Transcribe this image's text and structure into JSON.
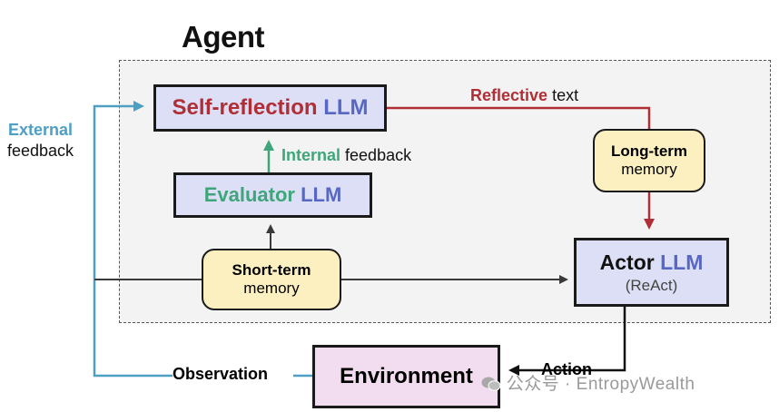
{
  "title": "Agent",
  "nodes": {
    "self_reflection": {
      "part1": "Self-reflection",
      "part2": "LLM"
    },
    "evaluator": {
      "part1": "Evaluator",
      "part2": "LLM"
    },
    "actor": {
      "part1": "Actor",
      "part2": "LLM",
      "sub": "(ReAct)"
    },
    "environment": {
      "label": "Environment"
    },
    "short_term_memory": {
      "line1": "Short-term",
      "line2": "memory"
    },
    "long_term_memory": {
      "line1": "Long-term",
      "line2": "memory"
    }
  },
  "edge_labels": {
    "reflective": {
      "part1": "Reflective",
      "part2": "text"
    },
    "internal": {
      "part1": "Internal",
      "part2": "feedback"
    },
    "external": {
      "part1": "External",
      "part2": "feedback"
    },
    "observation": "Observation",
    "action": "Action"
  },
  "watermark": "公众号 · EntropyWealth",
  "colors": {
    "red": "#b02e35",
    "blue": "#5867c4",
    "green": "#3ea67a",
    "external_blue": "#4d9fc4",
    "llm_fill": "#dcdff5",
    "memory_fill": "#fdf0c0",
    "environment_fill": "#f2dcef"
  },
  "icons": [
    "wechat-icon"
  ]
}
